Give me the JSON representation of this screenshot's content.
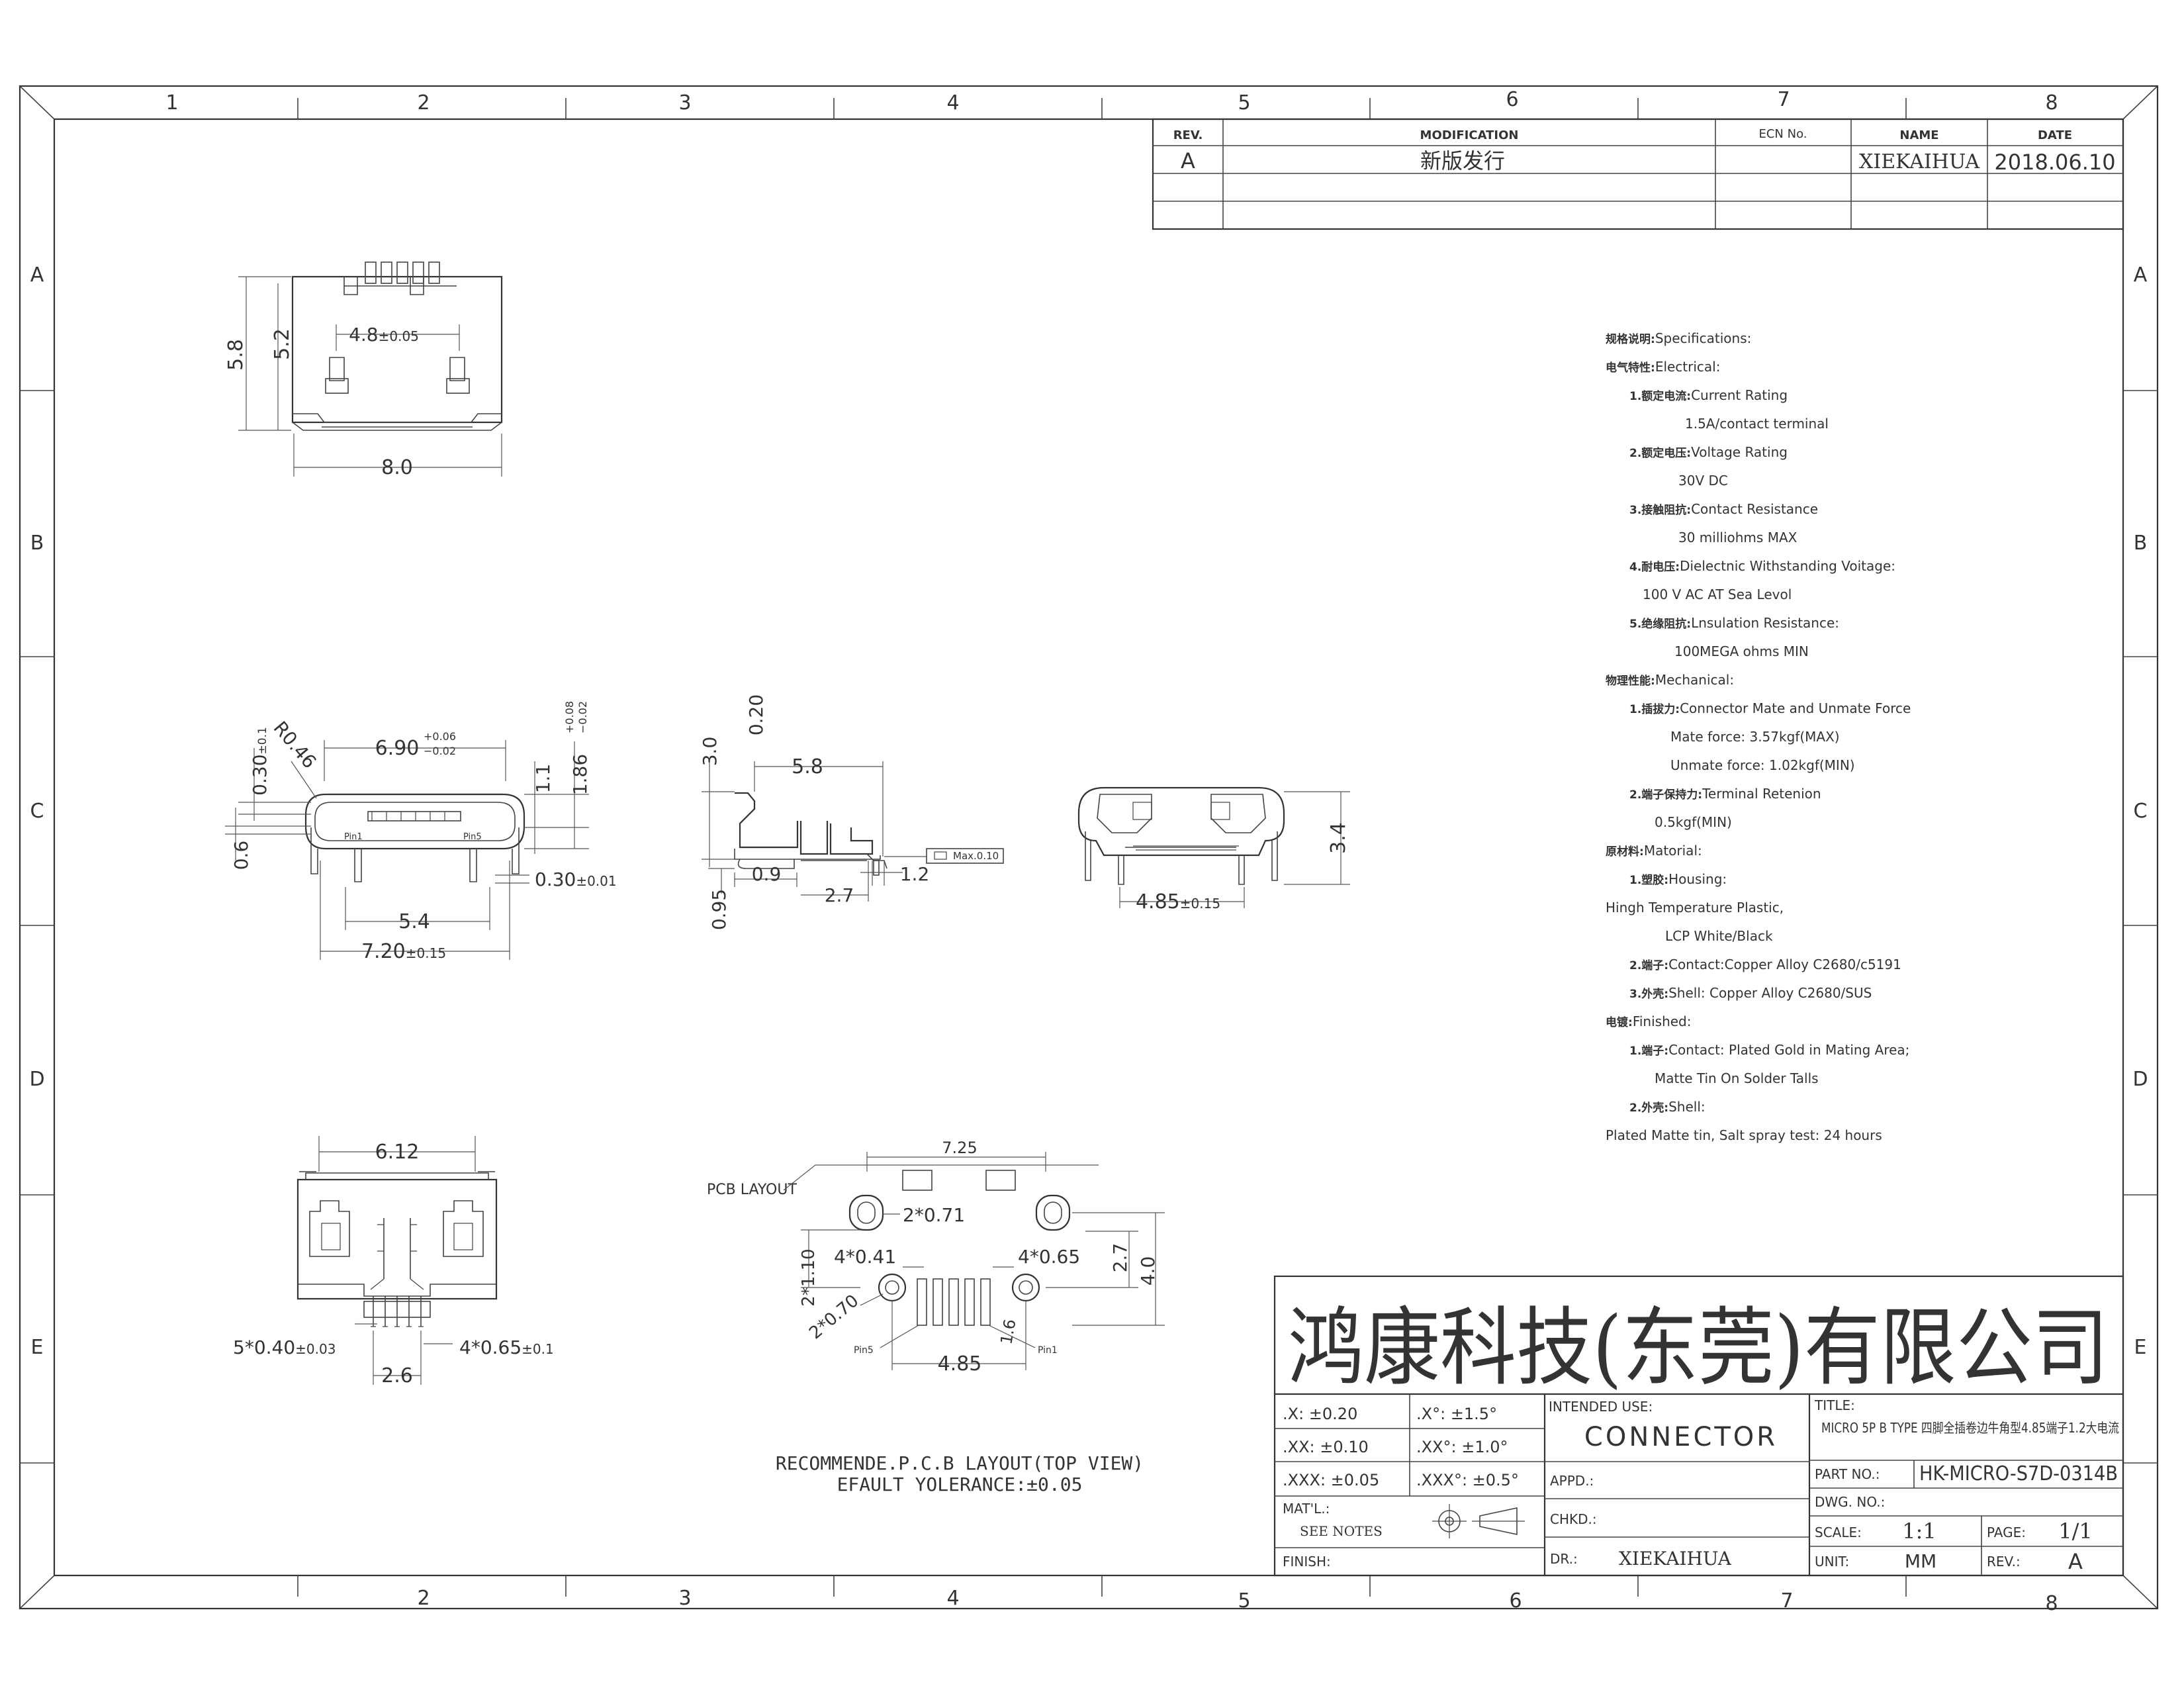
{
  "zones": {
    "top": [
      "1",
      "2",
      "3",
      "4",
      "5",
      "6",
      "7",
      "8"
    ],
    "bottom": [
      "2",
      "3",
      "4",
      "5",
      "6",
      "7",
      "8"
    ],
    "side": [
      "A",
      "B",
      "C",
      "D",
      "E"
    ]
  },
  "revision_table": {
    "headers": {
      "rev": "REV.",
      "modification": "MODIFICATION",
      "ecn": "ECN No.",
      "name": "NAME",
      "date": "DATE"
    },
    "rows": [
      {
        "rev": "A",
        "modification": "新版发行",
        "ecn": "",
        "name": "XIEKAIHUA",
        "date": "2018.06.10"
      }
    ]
  },
  "views": {
    "top": {
      "d1": "5.8",
      "d2": "5.2",
      "d3": "4.8",
      "d3_tol": "±0.05",
      "d4": "8.0"
    },
    "front": {
      "d_r": "R0.46",
      "d_030": "0.30",
      "d_030_tol": "±0.1",
      "d_690": "6.90",
      "d_690_up": "+0.06",
      "d_690_lo": "−0.02",
      "d_11": "1.1",
      "d_186": "1.86",
      "d_186_up": "+0.08",
      "d_186_lo": "−0.02",
      "d_06": "0.6",
      "d_030b": "0.30",
      "d_030b_tol": "±0.01",
      "d_54": "5.4",
      "d_720": "7.20",
      "d_720_tol": "±0.15",
      "pin1": "Pin1",
      "pin5": "Pin5"
    },
    "side": {
      "d_30": "3.0",
      "d_020": "0.20",
      "d_58": "5.8",
      "d_09": "0.9",
      "d_27": "2.7",
      "d_12": "1.2",
      "d_095": "0.95",
      "note": "Max.0.10"
    },
    "rear": {
      "d_34": "3.4",
      "d_485": "4.85",
      "d_485_tol": "±0.15"
    },
    "bottom": {
      "d_612": "6.12",
      "d_540": "5*0.40",
      "d_540_tol": "±0.03",
      "d_465": "4*0.65",
      "d_465_tol": "±0.1",
      "d_26": "2.6"
    },
    "pcb": {
      "label": "PCB LAYOUT",
      "d_725": "7.25",
      "d_071": "2*0.71",
      "d_041": "4*0.41",
      "d_065": "4*0.65",
      "d_27": "2.7",
      "d_40": "4.0",
      "d_110": "2*1.10",
      "d_070": "2*0.70",
      "d_16": "1.6",
      "d_485": "4.85",
      "pin5": "Pin5",
      "pin1": "Pin1",
      "caption1": "RECOMMENDE.P.C.B LAYOUT(TOP VIEW)",
      "caption2": "EFAULT YOLERANCE:±0.05"
    }
  },
  "specs": [
    {
      "cn": "规格说明:",
      "en": "Specifications:"
    },
    {
      "cn": "电气特性:",
      "en": "Electrical:"
    },
    {
      "cn": "1.额定电流:",
      "en": "Current Rating"
    },
    {
      "cn": "",
      "en": "1.5A/contact terminal"
    },
    {
      "cn": "2.额定电压:",
      "en": "Voltage Rating"
    },
    {
      "cn": "",
      "en": "30V DC"
    },
    {
      "cn": "3.接触阻抗:",
      "en": "Contact Resistance"
    },
    {
      "cn": "",
      "en": "30 milliohms MAX"
    },
    {
      "cn": "4.耐电压:",
      "en": "Dielectnic Withstanding Voitage:"
    },
    {
      "cn": "",
      "en": "100 V AC AT Sea Levol"
    },
    {
      "cn": "5.绝缘阻抗:",
      "en": "Lnsulation Resistance:"
    },
    {
      "cn": "",
      "en": "100MEGA ohms MIN"
    },
    {
      "cn": "物理性能:",
      "en": "Mechanical:"
    },
    {
      "cn": "1.插拔力:",
      "en": "Connector Mate and Unmate Force"
    },
    {
      "cn": "",
      "en": "Mate force: 3.57kgf(MAX)"
    },
    {
      "cn": "",
      "en": "Unmate force: 1.02kgf(MIN)"
    },
    {
      "cn": "2.端子保持力:",
      "en": "Terminal Retenion"
    },
    {
      "cn": "",
      "en": "0.5kgf(MIN)"
    },
    {
      "cn": "原材料:",
      "en": "Matorial:"
    },
    {
      "cn": "1.塑胶:",
      "en": "Housing:"
    },
    {
      "cn": "",
      "en": "Hingh Temperature  Plastic,"
    },
    {
      "cn": "",
      "en": "LCP  White/Black"
    },
    {
      "cn": "2.端子:",
      "en": "Contact:Copper Alloy C2680/c5191"
    },
    {
      "cn": "3.外壳:",
      "en": "Shell:  Copper Alloy C2680/SUS"
    },
    {
      "cn": "电镀:",
      "en": "Finished:"
    },
    {
      "cn": "1.端子:",
      "en": "Contact:  Plated Gold in Mating Area;"
    },
    {
      "cn": "",
      "en": "Matte Tin On Solder Talls"
    },
    {
      "cn": "2.外壳:",
      "en": "Shell:"
    },
    {
      "cn": "",
      "en": "Plated Matte tin, Salt spray test:  24 hours"
    }
  ],
  "title_block": {
    "company": "鸿康科技(东莞)有限公司",
    "tolerances": [
      {
        "lin": ".X:  ±0.20",
        "ang": ".X°:   ±1.5°"
      },
      {
        "lin": ".XX:  ±0.10",
        "ang": ".XX°: ±1.0°"
      },
      {
        "lin": ".XXX: ±0.05",
        "ang": ".XXX°: ±0.5°"
      }
    ],
    "matl_label": "MAT'L.:",
    "matl_value": "SEE NOTES",
    "finish_label": "FINISH:",
    "intended_label": "INTENDED USE:",
    "intended_value": "CONNECTOR",
    "appd_label": "APPD.:",
    "chkd_label": "CHKD.:",
    "dr_label": "DR.:",
    "dr_value": "XIEKAIHUA",
    "title_label": "TITLE:",
    "title_value": "MICRO 5P B TYPE 四脚全插卷边牛角型4.85端子1.2大电流",
    "partno_label": "PART NO.:",
    "partno_value": "HK-MICRO-S7D-0314B",
    "dwgno_label": "DWG. NO.:",
    "scale_label": "SCALE:",
    "scale_value": "1:1",
    "page_label": "PAGE:",
    "page_value": "1/1",
    "unit_label": "UNIT:",
    "unit_value": "MM",
    "rev_label": "REV.:",
    "rev_value": "A"
  }
}
